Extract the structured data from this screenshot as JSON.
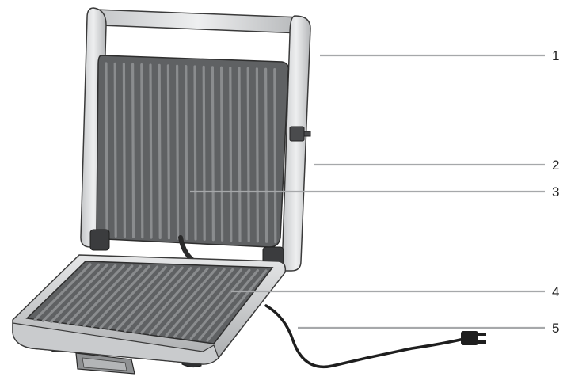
{
  "figure": {
    "labels": [
      "1",
      "2",
      "3",
      "4",
      "5"
    ]
  },
  "colors": {
    "background": "#ffffff",
    "plate_dark": "#5f6163",
    "plate_ridge": "#8a8c8e",
    "frame_light": "#d9dadc",
    "frame_mid": "#b9bbbd",
    "outline": "#3a3a3a",
    "leader": "#a6a8aa",
    "cord": "#1e1e1e"
  }
}
